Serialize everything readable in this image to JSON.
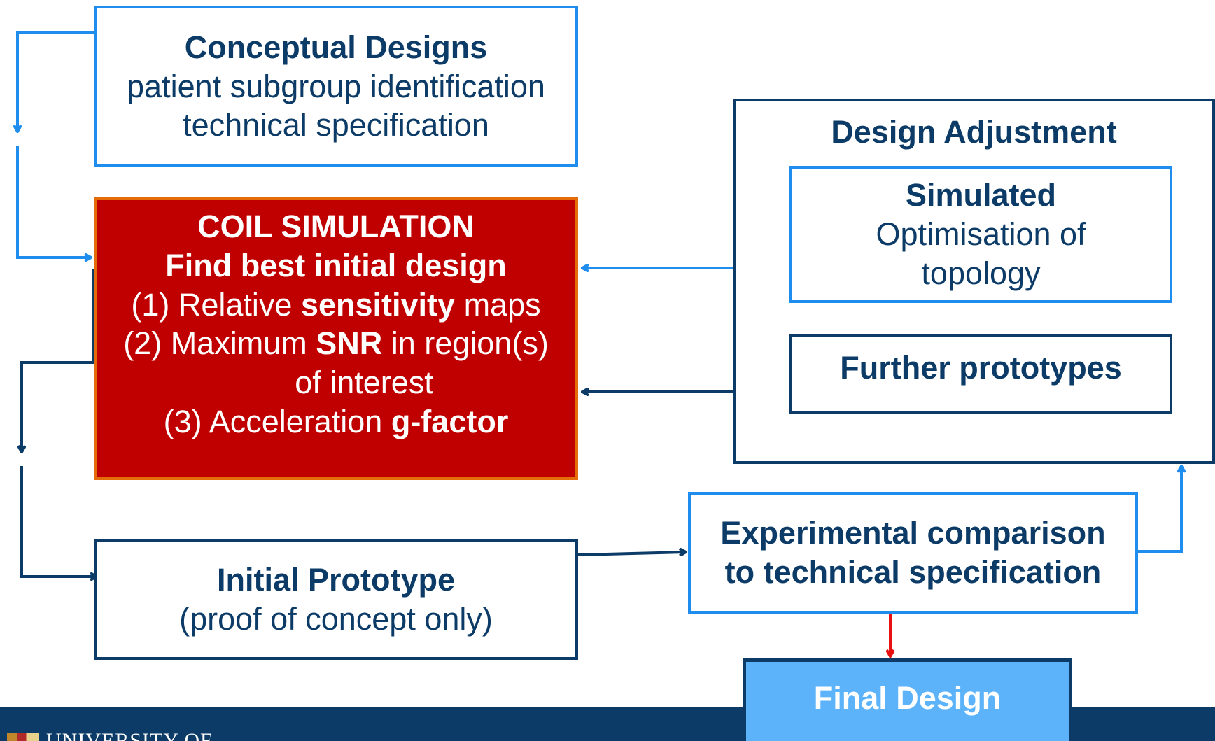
{
  "conceptual": {
    "title": "Conceptual Designs",
    "line1": "patient subgroup identification",
    "line2": "technical specification"
  },
  "coil": {
    "title": "COIL SIMULATION",
    "subtitle": "Find best initial design",
    "item1_pre": "(1) Relative ",
    "item1_bold": "sensitivity",
    "item1_post": " maps",
    "item2_pre": "(2) Maximum ",
    "item2_bold": "SNR",
    "item2_post": " in region(s)",
    "item2_line2": "of interest",
    "item3_pre": "(3) Acceleration ",
    "item3_bold": "g-factor"
  },
  "adjustment": {
    "title": "Design Adjustment",
    "simulated_title": "Simulated",
    "simulated_line1": "Optimisation of",
    "simulated_line2": "topology",
    "further": "Further prototypes"
  },
  "initial": {
    "title": "Initial Prototype",
    "subtitle": "(proof of concept only)"
  },
  "experimental": {
    "line1": "Experimental comparison",
    "line2": "to technical specification"
  },
  "final": {
    "title": "Final Design"
  },
  "footer": {
    "university": "UNIVERSITY OF"
  },
  "colors": {
    "navy": "#0b3b66",
    "light_blue": "#1f8ded",
    "coil_fill": "#c00000",
    "coil_border": "#e46c0a",
    "final_fill": "#5cb3fa",
    "red_arrow": "#e81010"
  }
}
